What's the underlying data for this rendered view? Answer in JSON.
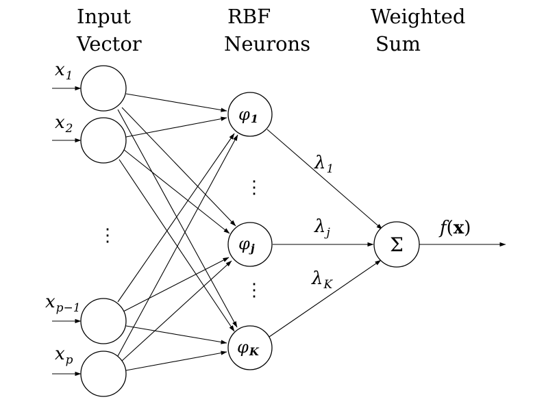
{
  "headers": {
    "input_line1": "Input",
    "input_line2": "Vector",
    "rbf_line1": "RBF",
    "rbf_line2": "Neurons",
    "sum_line1": "Weighted",
    "sum_line2": "Sum"
  },
  "inputs": [
    {
      "var": "x",
      "sub": "1"
    },
    {
      "var": "x",
      "sub": "2"
    },
    {
      "var": "x",
      "sub": "p−1"
    },
    {
      "var": "x",
      "sub": "p"
    }
  ],
  "rbf_neurons": [
    {
      "symbol": "φ",
      "sub": "1"
    },
    {
      "symbol": "φ",
      "sub": "j"
    },
    {
      "symbol": "φ",
      "sub": "K"
    }
  ],
  "weights": [
    {
      "var": "λ",
      "sub": "1"
    },
    {
      "var": "λ",
      "sub": "j"
    },
    {
      "var": "λ",
      "sub": "K"
    }
  ],
  "sum_node": {
    "symbol": "Σ"
  },
  "output": {
    "fn": "f",
    "arg": "x"
  },
  "ellipsis": "⋮"
}
